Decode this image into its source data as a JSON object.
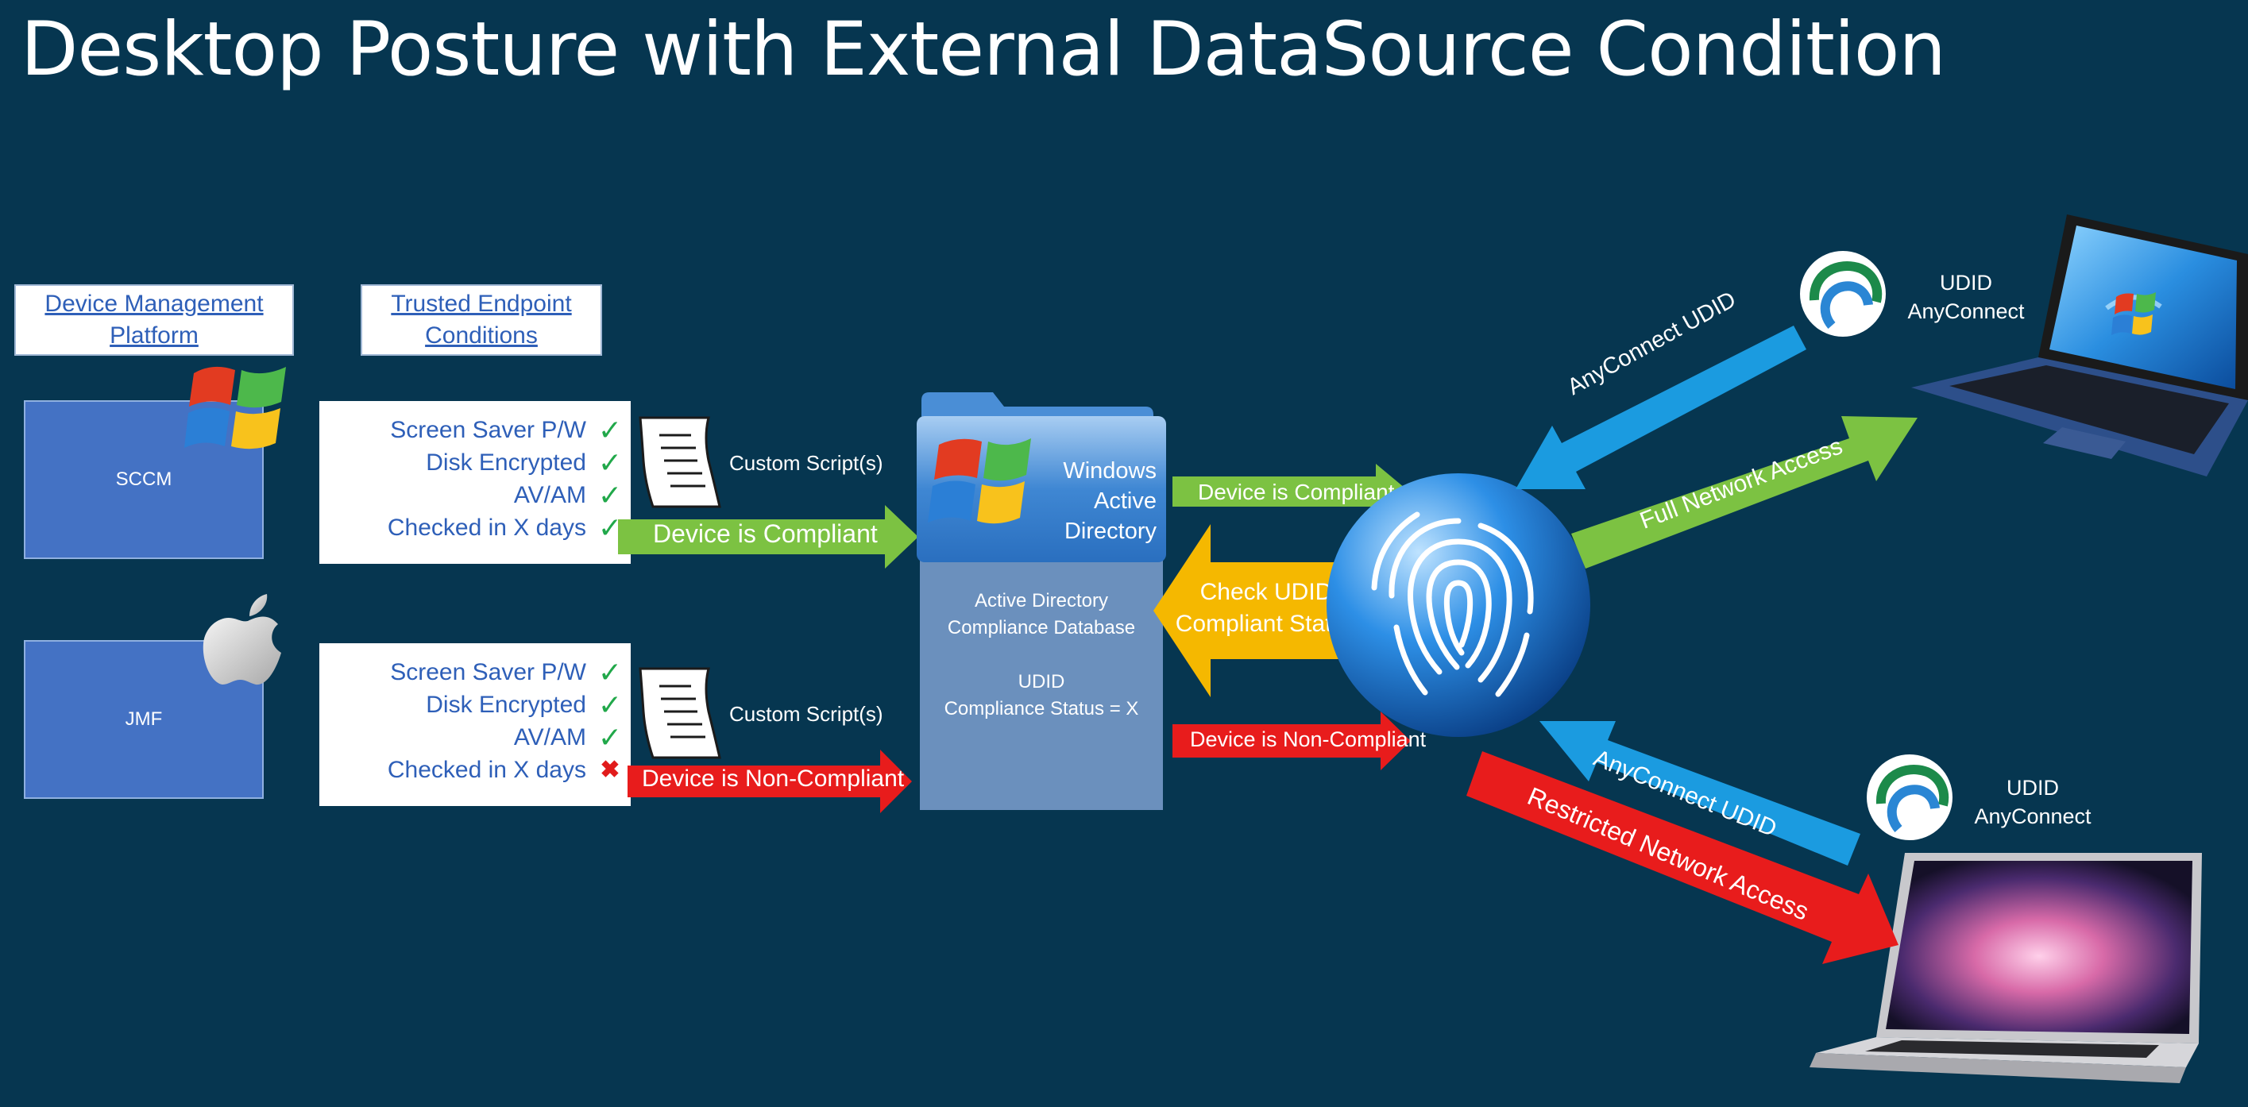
{
  "title": "Desktop Posture with External DataSource Condition",
  "headers": {
    "platform": "Device Management Platform",
    "conditions": "Trusted Endpoint Conditions"
  },
  "platforms": {
    "sccm": "SCCM",
    "jmf": "JMF"
  },
  "conditions_top": [
    {
      "label": "Screen Saver P/W",
      "status": "pass"
    },
    {
      "label": "Disk Encrypted",
      "status": "pass"
    },
    {
      "label": "AV/AM",
      "status": "pass"
    },
    {
      "label": "Checked in X days",
      "status": "pass"
    }
  ],
  "conditions_bottom": [
    {
      "label": "Screen Saver P/W",
      "status": "pass"
    },
    {
      "label": "Disk Encrypted",
      "status": "pass"
    },
    {
      "label": "AV/AM",
      "status": "pass"
    },
    {
      "label": "Checked in X days",
      "status": "fail"
    }
  ],
  "custom_script": "Custom Script(s)",
  "arrows": {
    "left_compliant": "Device is Compliant",
    "left_noncompliant": "Device is Non-Compliant",
    "right_compliant": "Device is Compliant",
    "right_noncompliant": "Device is Non-Compliant",
    "check_udid_line1": "Check UDID",
    "check_udid_line2": "Compliant Status",
    "anyconnect_udid_top": "AnyConnect UDID",
    "full_access": "Full Network Access",
    "anyconnect_udid_bottom": "AnyConnect UDID",
    "restricted_access": "Restricted Network Access"
  },
  "active_directory": {
    "folder_line1": "Windows",
    "folder_line2": "Active",
    "folder_line3": "Directory",
    "db_line1": "Active Directory",
    "db_line2": "Compliance Database",
    "udid_line1": "UDID",
    "udid_line2": "Compliance Status = X"
  },
  "devices": {
    "top_line1": "UDID",
    "top_line2": "AnyConnect",
    "bottom_line1": "UDID",
    "bottom_line2": "AnyConnect"
  },
  "colors": {
    "background": "#063650",
    "green": "#7cc242",
    "red": "#e81c1c",
    "orange": "#f5b800",
    "blue": "#1b9be0"
  }
}
